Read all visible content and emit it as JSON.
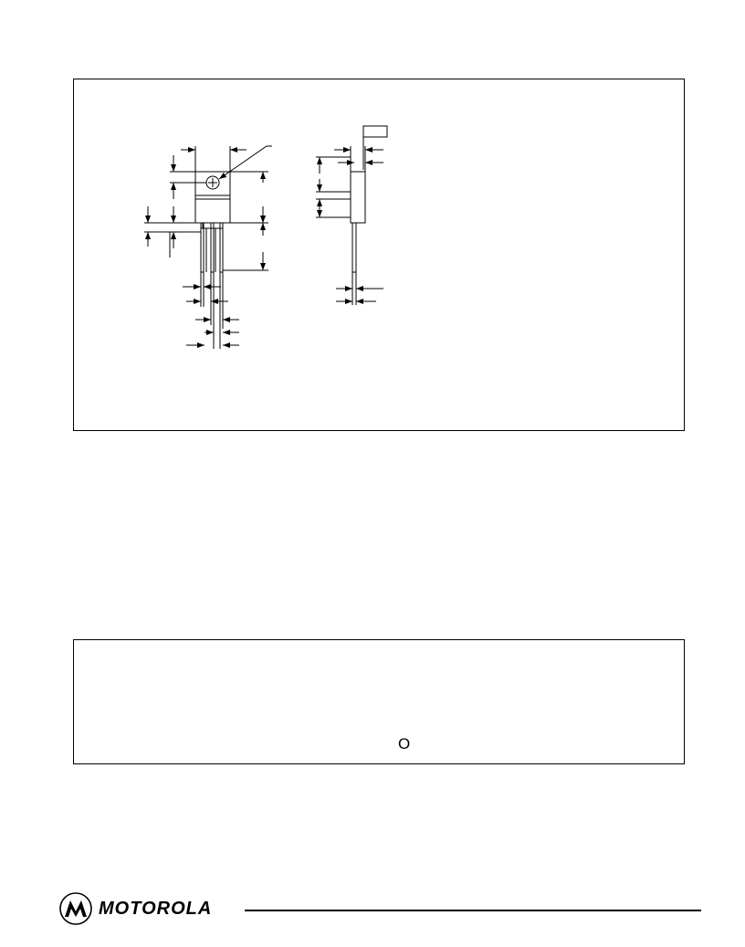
{
  "notice": {
    "symbol": "O"
  },
  "footer": {
    "brand": "MOTOROLA"
  },
  "colors": {
    "ink": "#000000",
    "paper": "#ffffff"
  },
  "icons": {
    "logo": "motorola-batwing-logo"
  }
}
